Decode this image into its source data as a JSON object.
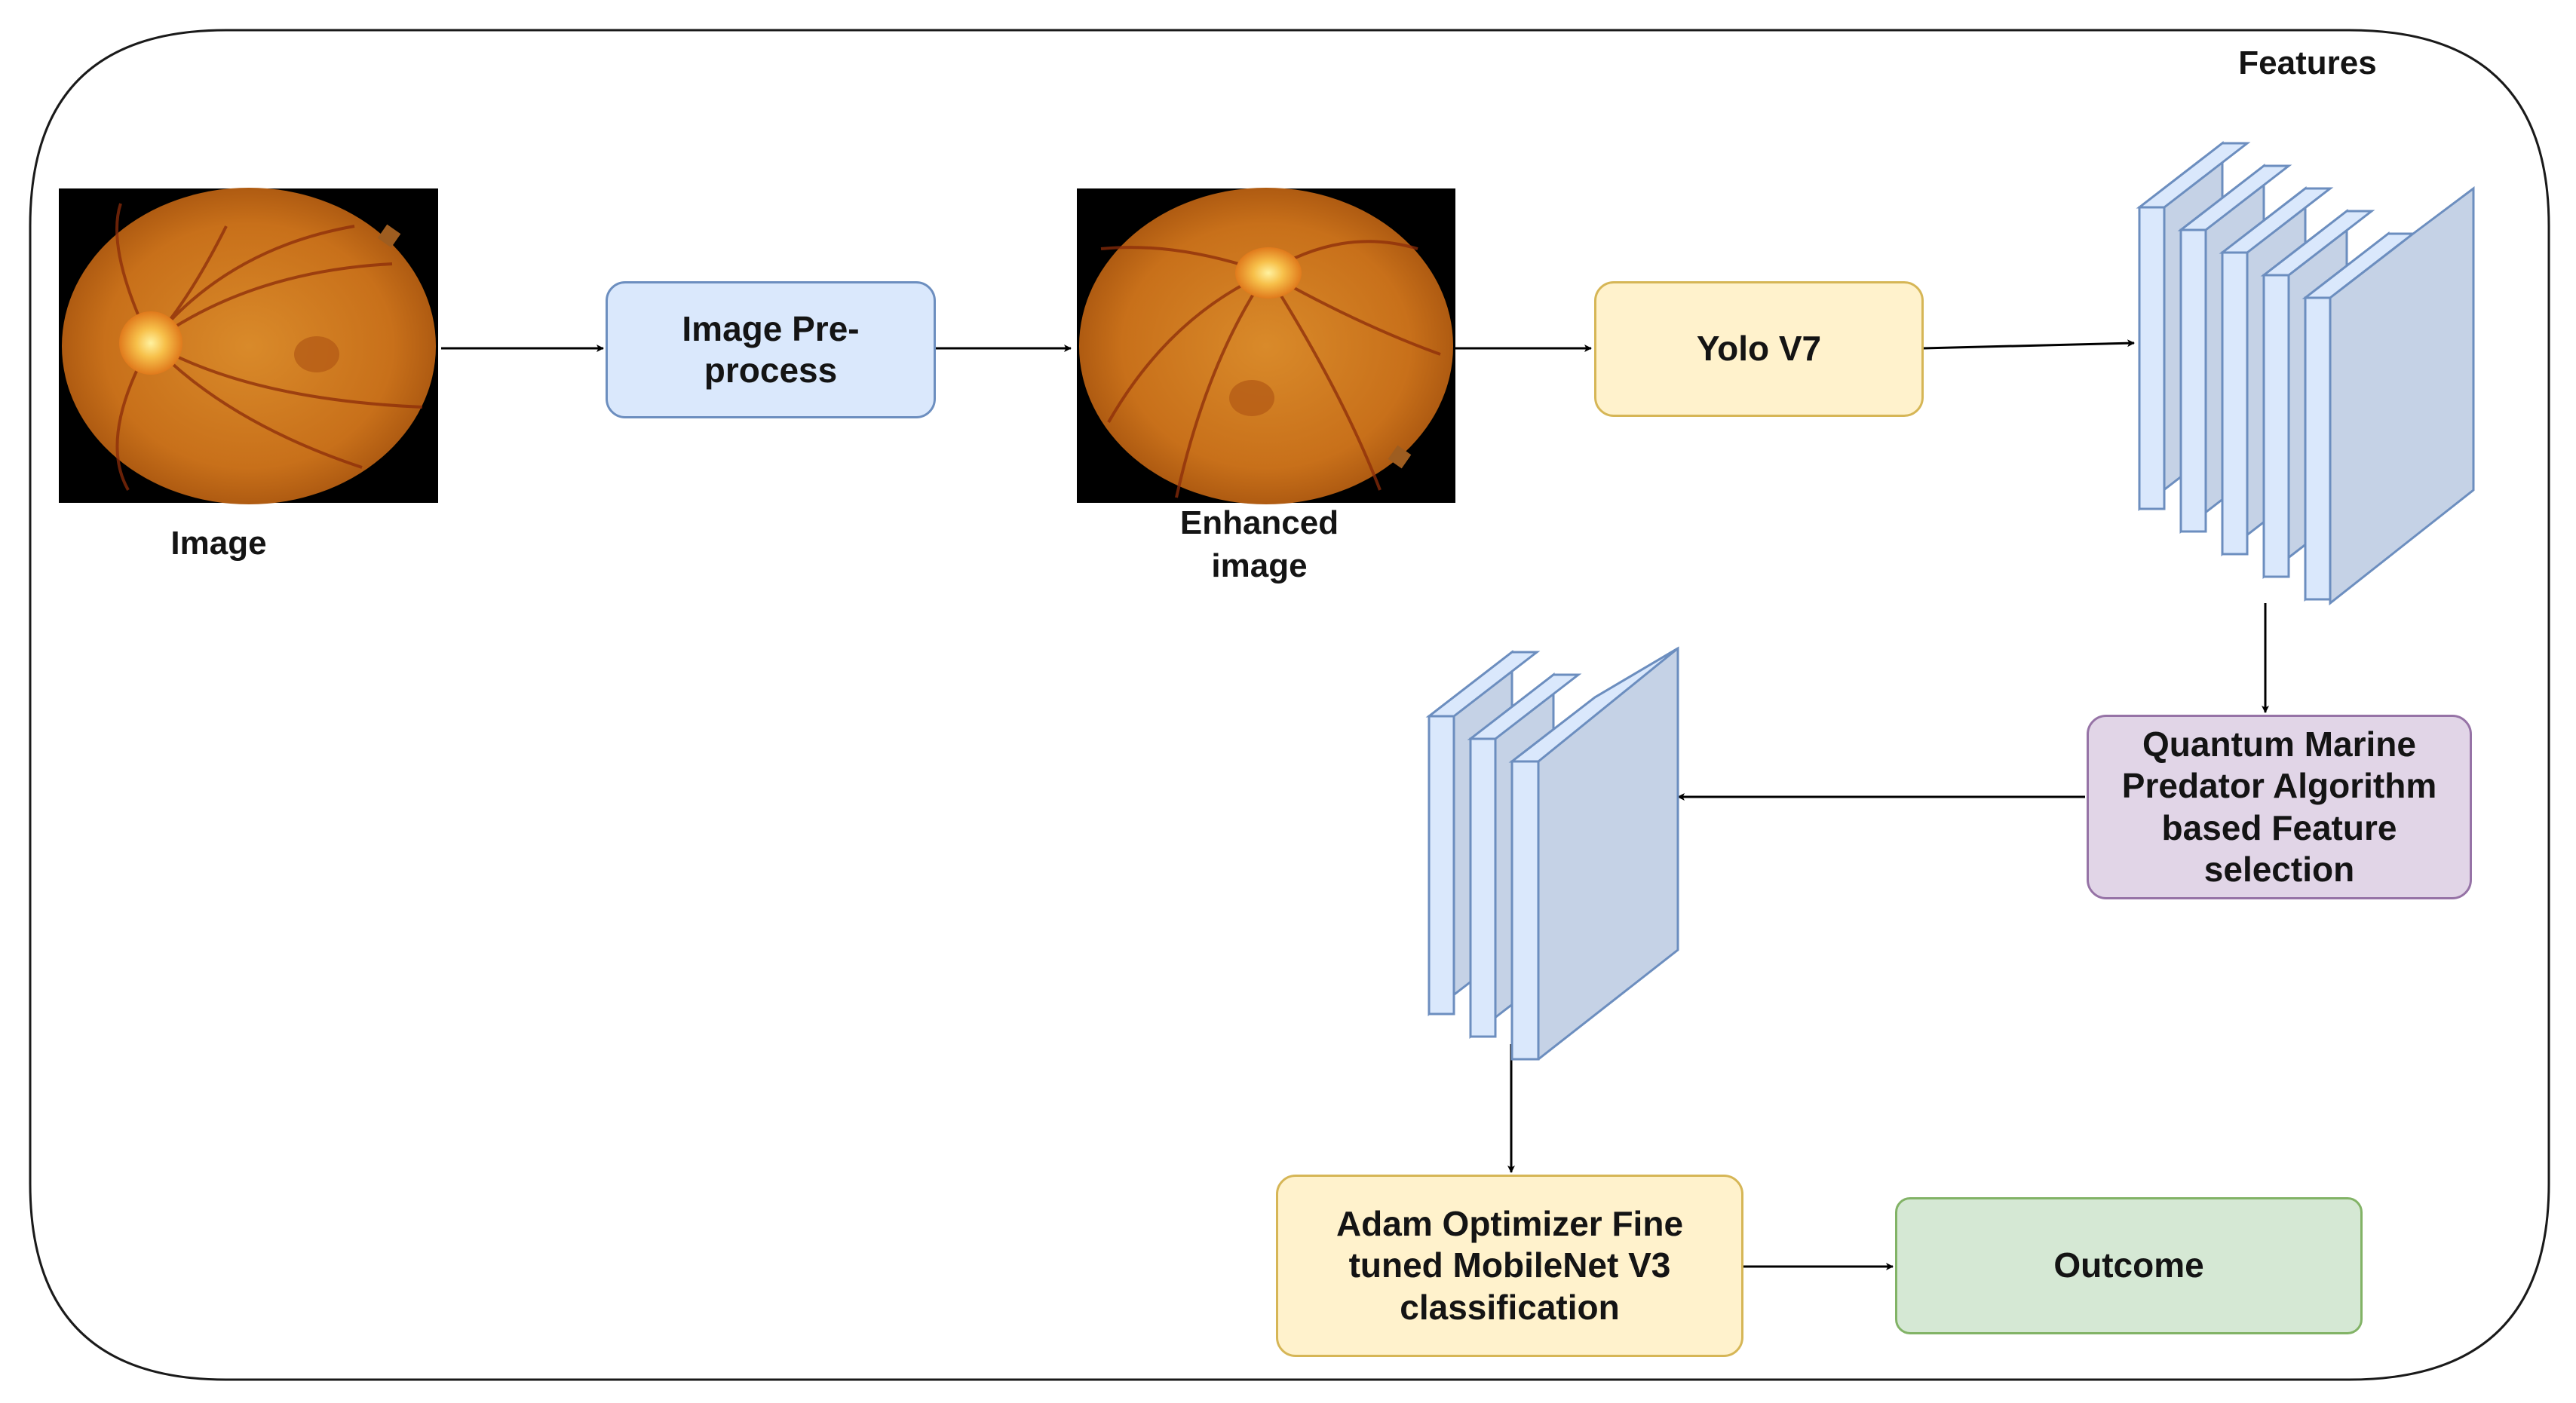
{
  "diagram": {
    "image_label": "Image",
    "enhanced_label": "Enhanced\nimage",
    "features_label": "Features",
    "nodes": {
      "preprocess": "Image Pre-\nprocess",
      "yolo": "Yolo V7",
      "qmpa": "Quantum Marine\nPredator Algorithm\nbased Feature\nselection",
      "adam": "Adam Optimizer Fine\ntuned MobileNet V3\nclassification",
      "outcome": "Outcome"
    },
    "colors": {
      "blue_fill": "#dae8fc",
      "blue_stroke": "#6c8ebf",
      "yellow_fill": "#fff2cc",
      "yellow_stroke": "#d6b656",
      "purple_fill": "#e1d5e7",
      "purple_stroke": "#9673a6",
      "green_fill": "#d5e8d4",
      "green_stroke": "#82b366",
      "layer_front": "#dae8fc",
      "layer_side": "#c5d2e6",
      "layer_stroke": "#6c8ebf",
      "fundus": "#cf7a1a"
    },
    "icons": {
      "retina_image": "retina-fundus-photo",
      "enhanced_image": "retina-fundus-photo-enhanced",
      "feature_stack_large": "layer-stack-5",
      "feature_stack_small": "layer-stack-3"
    }
  }
}
